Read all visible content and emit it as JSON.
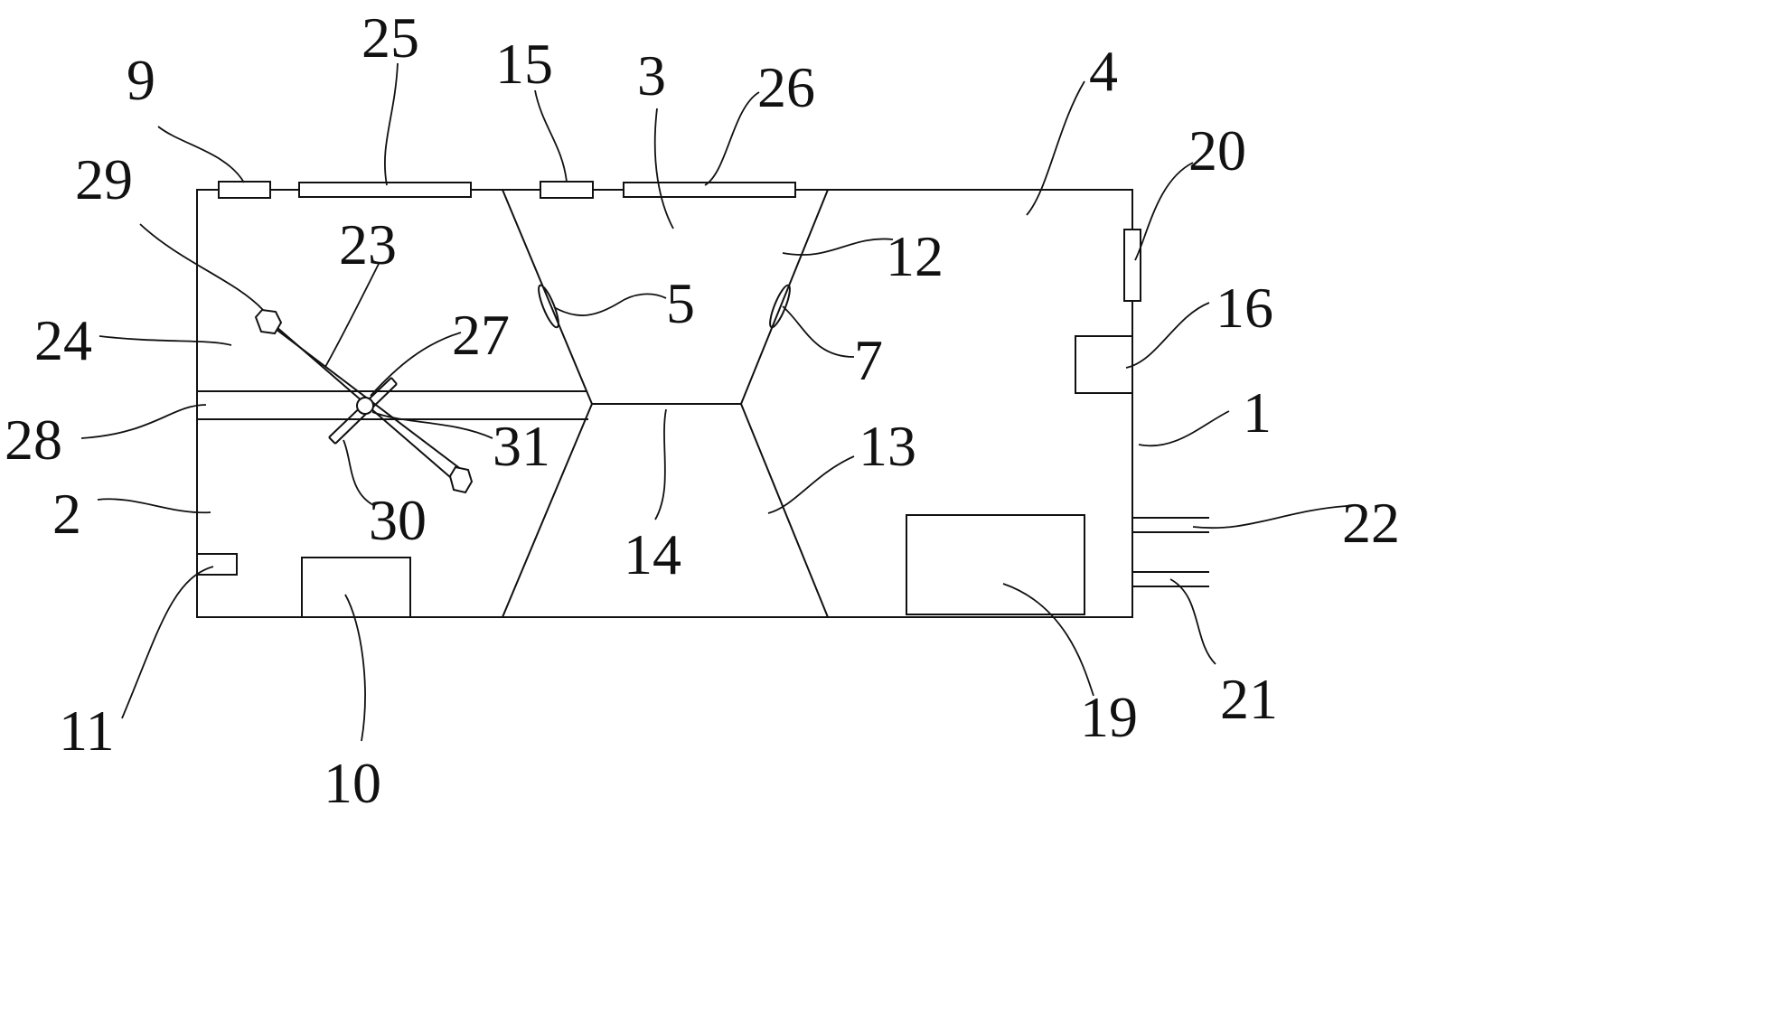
{
  "labels": {
    "l1": "1",
    "l2": "2",
    "l3": "3",
    "l4": "4",
    "l5": "5",
    "l7": "7",
    "l9": "9",
    "l10": "10",
    "l11": "11",
    "l12": "12",
    "l13": "13",
    "l14": "14",
    "l15": "15",
    "l16": "16",
    "l19": "19",
    "l20": "20",
    "l21": "21",
    "l22": "22",
    "l23": "23",
    "l24": "24",
    "l25": "25",
    "l26": "26",
    "l27": "27",
    "l28": "28",
    "l29": "29",
    "l30": "30",
    "l31": "31"
  }
}
